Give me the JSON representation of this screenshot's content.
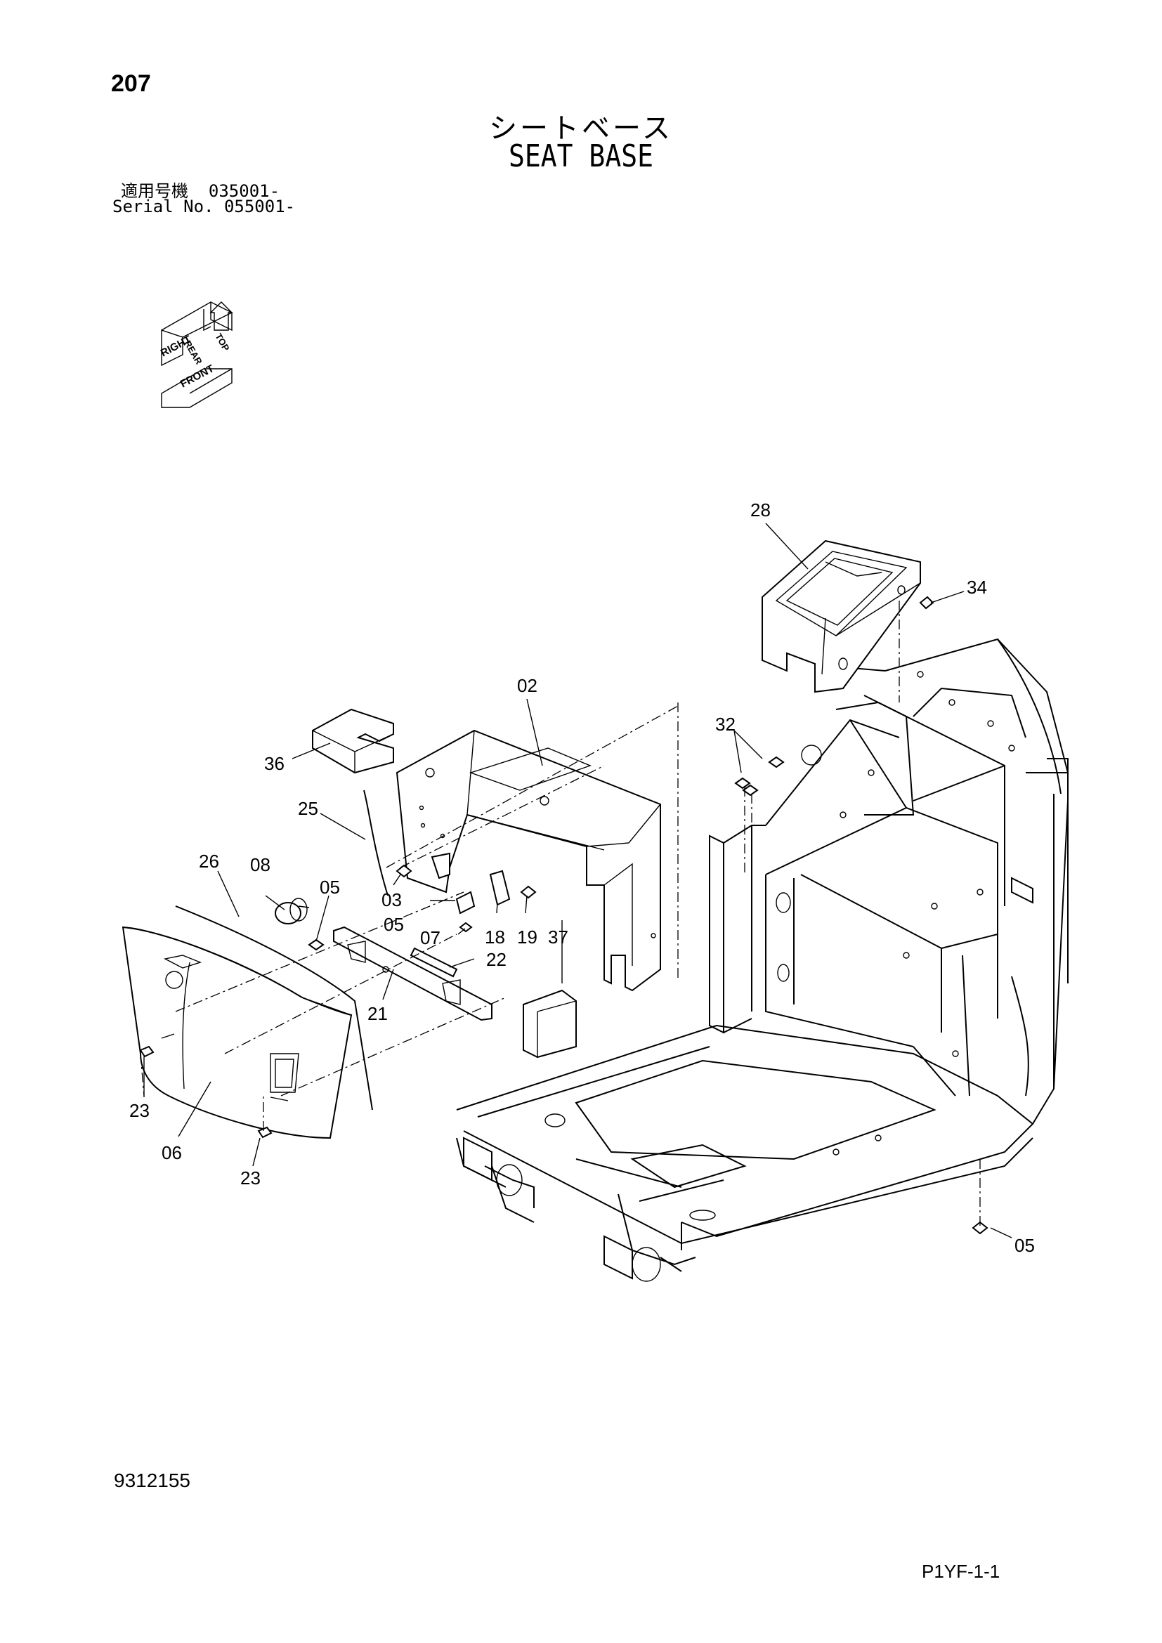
{
  "header": {
    "page_number": "207",
    "title_jp": "シートベース",
    "title_en": "SEAT BASE",
    "serial_jp": "適用号機  035001-",
    "serial_en": "Serial No. 055001-"
  },
  "orientation_icon": {
    "labels": [
      "RIGHT",
      "FRONT",
      "REAR",
      "TOP"
    ]
  },
  "callouts": {
    "p28": "28",
    "p34": "34",
    "p02": "02",
    "p32": "32",
    "p36": "36",
    "p25": "25",
    "p26": "26",
    "p08": "08",
    "p05a": "05",
    "p05b": "05",
    "p03": "03",
    "p07": "07",
    "p18": "18",
    "p19": "19",
    "p37": "37",
    "p22": "22",
    "p21": "21",
    "p23a": "23",
    "p23b": "23",
    "p06": "06",
    "p05c": "05"
  },
  "footer": {
    "doc_number": "9312155",
    "page_code": "P1YF-1-1"
  }
}
